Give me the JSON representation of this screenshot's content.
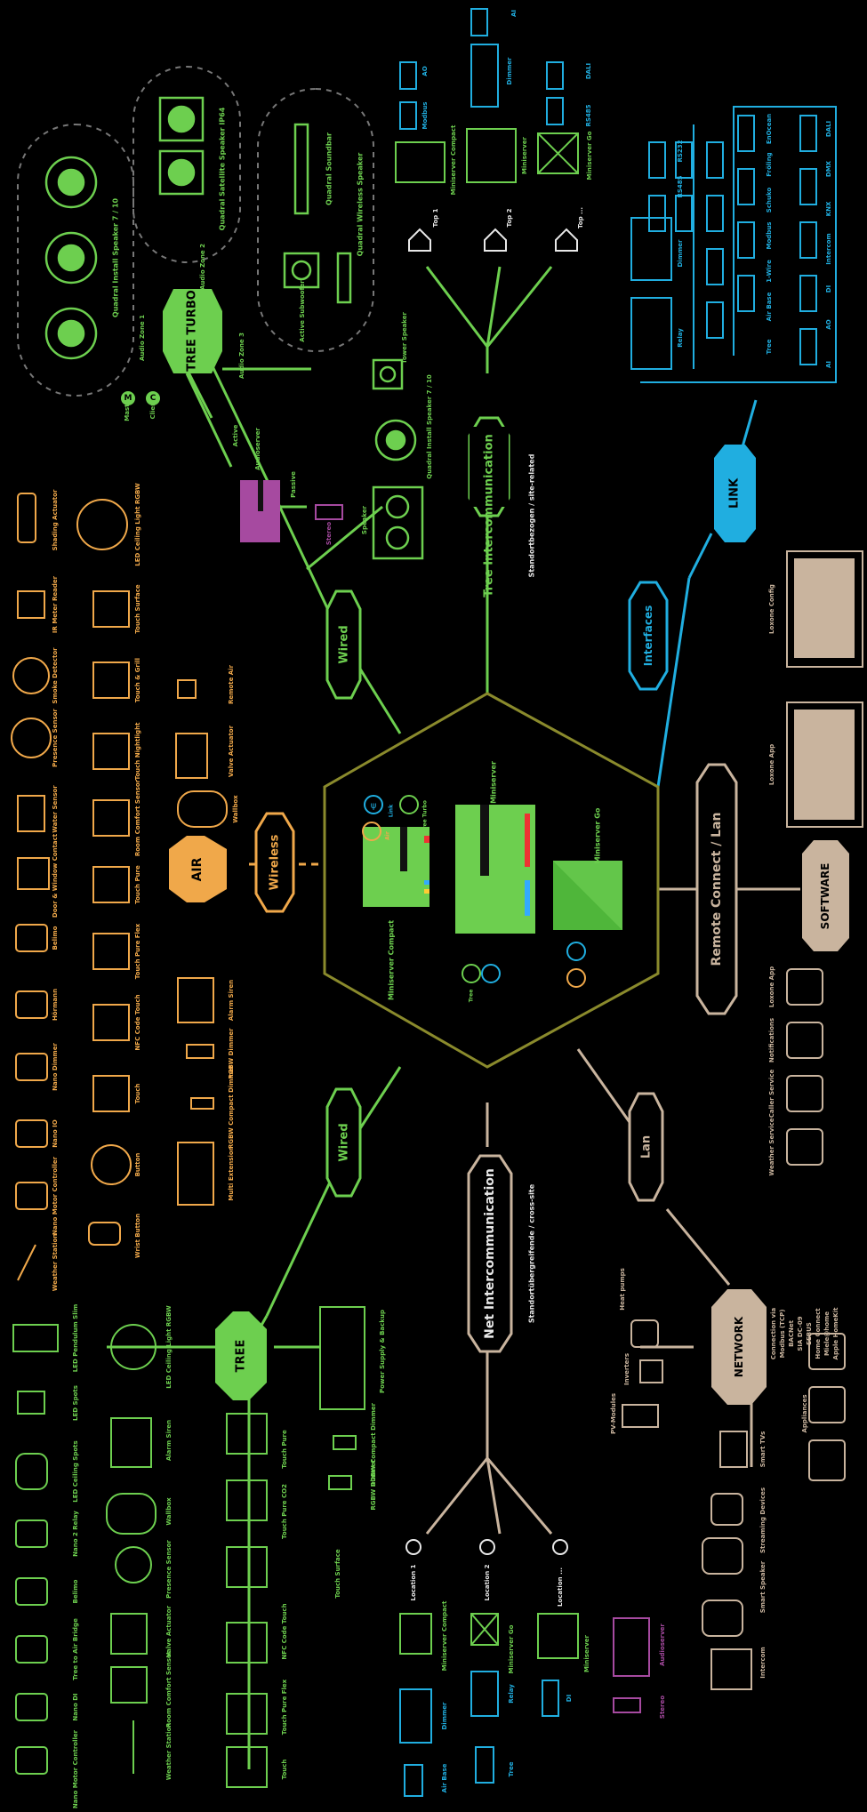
{
  "colors": {
    "green": "#6dcf4f",
    "orange": "#f0a84a",
    "blue": "#20aee0",
    "purple": "#a64aa0",
    "tan": "#c9b49e",
    "white": "#e8e8e8",
    "hex_olive": "#8a8a2c"
  },
  "hubs": {
    "tree_turbo": "TREE TURBO",
    "tree": "TREE",
    "air": "AIR",
    "link": "LINK",
    "network": "NETWORK",
    "software": "SOFTWARE"
  },
  "connectors": {
    "wired_top": "Wired",
    "wired_bottom": "Wired",
    "wireless": "Wireless",
    "interfaces": "Interfaces",
    "lan": "Lan",
    "remote": "Remote Connect / Lan",
    "tree_intercom": "Tree Intercommunication",
    "tree_intercom_sub": "Standortbezogen / site-related",
    "net_intercom": "Net Intercommunication",
    "net_intercom_sub": "Standortübergreifende / cross-site"
  },
  "center": {
    "ms_compact": "Miniserver Compact",
    "miniserver": "Miniserver",
    "ms_go": "Miniserver Go",
    "tree_label": "Tree",
    "link_label": "Link",
    "air_label": "Air",
    "tree_turbo_label": "Tree Turbo"
  },
  "audio": {
    "speaker_label": "Quadral Install Speaker 7 / 10",
    "satellite_label": "Quadral Satellite Speaker IP64",
    "soundbar_label": "Quadral Soundbar",
    "wireless_label": "Quadral Wireless Speaker",
    "active_sub": "Active Subwoofer",
    "zone1": "Audio Zone 1",
    "zone2": "Audio Zone 2",
    "zone3": "Audio Zone 3",
    "master": "Master",
    "client": "Client",
    "active": "Active",
    "audioserver": "Audioserver",
    "passive": "Passive",
    "stereo": "Stereo",
    "speaker": "Speaker",
    "quadral_7_10": "Quadral Install Speaker 7 / 10",
    "tower_speaker": "Tower Speaker",
    "m": "M",
    "c": "C"
  },
  "tree_turbo_sites": {
    "top1": "Top 1",
    "top2": "Top 2",
    "top3": "Top ...",
    "ms_compact": "Miniserver Compact",
    "miniserver": "Miniserver",
    "ms_go": "Miniserver Go",
    "modbus": "Modbus",
    "ao": "AO",
    "dimmer": "Dimmer",
    "ai": "AI",
    "rs485": "RS485",
    "dali": "DALI"
  },
  "air_devices": [
    "Shading Actuator",
    "IR Meter Reader",
    "Smoke Detector",
    "Presence Sensor",
    "Water Sensor",
    "Door & Window Contact",
    "Belimo",
    "Hörmann",
    "Nano Dimmer",
    "Nano IO",
    "Nano Motor Controller",
    "Weather Station"
  ],
  "air_devices_row2": [
    "LED Ceiling Light RGBW",
    "Touch Surface",
    "Touch & Grill",
    "Touch Nightlight",
    "Room Comfort Sensor",
    "Touch Pure",
    "Touch Pure Flex",
    "NFC Code Touch",
    "Touch",
    "Button",
    "Wrist Button"
  ],
  "air_devices_row3": [
    "Remote Air",
    "Valve Actuator",
    "Wallbox",
    "Alarm Siren",
    "RGBW Dimmer",
    "RGBW Compact Dimmer",
    "Multi Extension"
  ],
  "tree_devices": [
    "LED Pendulum Slim",
    "LED Spots",
    "LED Ceiling Spots",
    "Nano 2 Relay",
    "Belimo",
    "Tree to Air Bridge",
    "Nano DI",
    "Nano Motor Controller"
  ],
  "tree_devices_row2": [
    "LED Ceiling Light RGBW",
    "Alarm Siren",
    "Wallbox",
    "Presence Sensor",
    "Valve Actuator",
    "Room Comfort Sensor",
    "Weather Station"
  ],
  "tree_devices_row3": [
    "Touch Pure",
    "Touch Pure CO2",
    "Touch Surface",
    "NFC Code Touch",
    "Touch Pure Flex",
    "Touch"
  ],
  "tree_devices_row4": [
    "Power Supply & Backup",
    "RGBW Compact Dimmer",
    "RGBW Dimmer"
  ],
  "link_devices": {
    "relay": "Relay",
    "dimmer": "Dimmer",
    "rs485": "RS485",
    "rs232": "RS232",
    "row": [
      "Tree",
      "Air Base",
      "1-Wire",
      "Modbus",
      "Schuko",
      "Fröling",
      "EnOcean"
    ],
    "row2": [
      "AI",
      "AO",
      "DI",
      "Intercom",
      "KNX",
      "DMX",
      "DALI"
    ]
  },
  "software": {
    "loxone_config": "Loxone Config",
    "loxone_app": "Loxone App",
    "app_items": [
      "Loxone App",
      "Notifications",
      "Caller Service",
      "Weather Service"
    ]
  },
  "network": {
    "heat_pumps": "Heat pumps",
    "inverters": "Inverters",
    "pv": "PV-Modules",
    "smart_tvs": "Smart TVs",
    "streaming": "Streaming Devices",
    "smart_speaker": "Smart Speaker",
    "intercom": "Intercom",
    "appliances": "Appliances",
    "connection_title": "Connection via",
    "connections": [
      "Modbus (TCP)",
      "BACNet",
      "SIA DC-09",
      "EEBUS",
      "Home Connect",
      "Miele@home",
      "Apple HomeKit"
    ]
  },
  "net_sites": {
    "loc1": "Location 1",
    "loc2": "Location 2",
    "loc3": "Location ...",
    "ms_compact": "Miniserver Compact",
    "ms_go": "Miniserver Go",
    "miniserver": "Miniserver",
    "dimmer": "Dimmer",
    "air_base": "Air Base",
    "relay": "Relay",
    "tree": "Tree",
    "di": "DI",
    "audioserver": "Audioserver",
    "stereo": "Stereo"
  }
}
